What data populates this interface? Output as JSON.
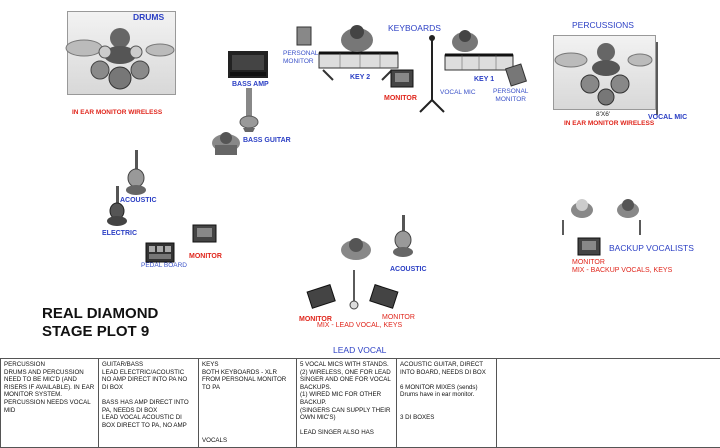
{
  "title": {
    "line1": "REAL DIAMOND",
    "line2": "STAGE PLOT 9"
  },
  "labels": {
    "drums": "DRUMS",
    "drums_iem": "IN EAR MONITOR WIRELESS",
    "bass_amp": "BASS AMP",
    "bass_guitar": "BASS GUITAR",
    "personal_monitor_left": "PERSONAL\nMONITOR",
    "keyboards": "KEYBOARDS",
    "key2": "KEY 2",
    "key1": "KEY 1",
    "monitor_keys": "MONITOR",
    "vocal_mic_keys": "VOCAL MIC",
    "personal_monitor_right": "PERSONAL\nMONITOR",
    "percussions": "PERCUSSIONS",
    "riser_size": "8'X6'",
    "perc_vocal_mic": "VOCAL MIC",
    "perc_iem": "IN EAR MONITOR WIRELESS",
    "acoustic_left": "ACOUSTIC",
    "electric": "ELECTRIC",
    "pedal_board": "PEDAL BOARD",
    "monitor_guitar": "MONITOR",
    "acoustic_center": "ACOUSTIC",
    "monitor_lead_left": "MONITOR",
    "monitor_lead_right": "MONITOR",
    "mix_lead": "MIX - LEAD VOCAL, KEYS",
    "lead_vocal": "LEAD VOCAL",
    "backup_vocalists": "BACKUP VOCALISTS",
    "monitor_backup": "MONITOR",
    "mix_backup": "MIX - BACKUP VOCALS, KEYS"
  },
  "colors": {
    "blue_label": "#2b3fc4",
    "red_label": "#e0261c"
  },
  "table": {
    "percussion": "     PERCUSSION\nDRUMS AND PERCUSSION NEED TO BE MIC'D  (AND RISERS IF AVAILABLE).  IN EAR MONITOR SYSTEM.\nPERCUSSION NEEDS VOCAL MID",
    "guitar_bass": "  GUITAR/BASS\nLEAD ELECTRIC/ACOUSTIC  NO AMP DIRECT INTO PA NO DI BOX\n\nBASS HAS AMP DIRECT INTO PA, NEEDS DI BOX\nLEAD VOCAL ACOUSTIC  DI BOX DIRECT TO PA, NO AMP",
    "keys": "KEYS\nBOTH KEYBOARDS -  XLR FROM PERSONAL MONITOR TO PA\n\n\n\n\n\n\n  VOCALS",
    "vocals": "5 VOCAL MICS WITH STANDS. (2) WIRELESS, ONE FOR LEAD SINGER AND ONE FOR VOCAL BACKUPS.\n(1) WIRED MIC FOR  OTHER BACKUP.\n(SINGERS CAN SUPPLY THEIR OWN MIC'S)\n\nLEAD SINGER ALSO HAS",
    "misc": "ACOUSTIC GUITAR, DIRECT INTO BOARD, NEEDS DI BOX\n\n6 MONITOR MIXES (sends)\nDrums have in ear monitor.\n\n\n3 DI BOXES",
    "empty": ""
  }
}
